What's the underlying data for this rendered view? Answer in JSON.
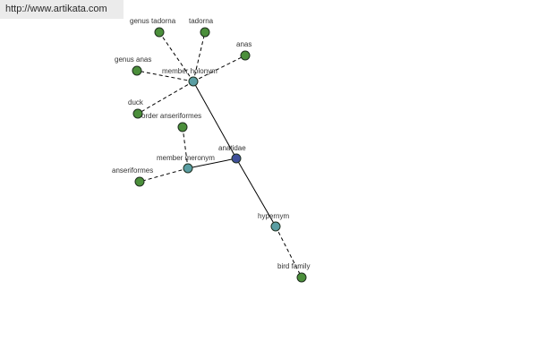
{
  "watermark": {
    "url": "http://www.artikata.com"
  },
  "colors": {
    "leaf": "#4b8f3b",
    "relation": "#5a9ea3",
    "root": "#3f4f9a",
    "edge": "#000000"
  },
  "graph": {
    "nodes": [
      {
        "id": "anatidae",
        "label": "anatidae",
        "kind": "root"
      },
      {
        "id": "member-holonym",
        "label": "member holonym",
        "kind": "relation"
      },
      {
        "id": "member-meronym",
        "label": "member meronym",
        "kind": "relation"
      },
      {
        "id": "hypernym",
        "label": "hypernym",
        "kind": "relation"
      },
      {
        "id": "genus-tadorna",
        "label": "genus tadorna",
        "kind": "leaf"
      },
      {
        "id": "tadorna",
        "label": "tadorna",
        "kind": "leaf"
      },
      {
        "id": "anas",
        "label": "anas",
        "kind": "leaf"
      },
      {
        "id": "genus-anas",
        "label": "genus anas",
        "kind": "leaf"
      },
      {
        "id": "duck",
        "label": "duck",
        "kind": "leaf"
      },
      {
        "id": "order-anseriformes",
        "label": "order anseriformes",
        "kind": "leaf"
      },
      {
        "id": "anseriformes",
        "label": "anseriformes",
        "kind": "leaf"
      },
      {
        "id": "bird-family",
        "label": "bird family",
        "kind": "leaf"
      }
    ],
    "edges": [
      {
        "from": "anatidae",
        "to": "member-holonym",
        "style": "solid"
      },
      {
        "from": "anatidae",
        "to": "member-meronym",
        "style": "solid"
      },
      {
        "from": "anatidae",
        "to": "hypernym",
        "style": "solid"
      },
      {
        "from": "member-holonym",
        "to": "genus-tadorna",
        "style": "dashed"
      },
      {
        "from": "member-holonym",
        "to": "tadorna",
        "style": "dashed"
      },
      {
        "from": "member-holonym",
        "to": "anas",
        "style": "dashed"
      },
      {
        "from": "member-holonym",
        "to": "genus-anas",
        "style": "dashed"
      },
      {
        "from": "member-holonym",
        "to": "duck",
        "style": "dashed"
      },
      {
        "from": "member-meronym",
        "to": "order-anseriformes",
        "style": "dashed"
      },
      {
        "from": "member-meronym",
        "to": "anseriformes",
        "style": "dashed"
      },
      {
        "from": "hypernym",
        "to": "bird-family",
        "style": "dashed"
      }
    ]
  }
}
